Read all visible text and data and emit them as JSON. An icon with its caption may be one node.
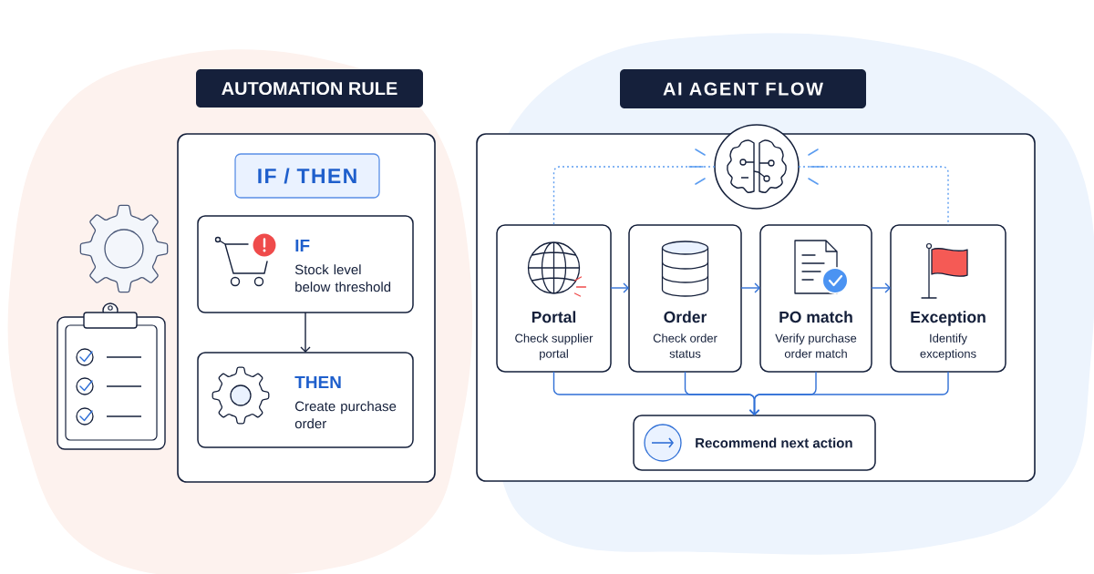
{
  "diagram": {
    "nodes": [
      {
        "text": [
          "AUTOMATION RULE"
        ]
      },
      {
        "text": [
          "IF / THEN"
        ],
        "in": 0
      },
      {
        "text": [
          "IF",
          "Stock level below threshold"
        ],
        "in": 0
      },
      {
        "text": [
          "THEN",
          "Create purchase order"
        ],
        "in": 0
      },
      {
        "text": [
          "AI AGENT FLOW"
        ]
      },
      {
        "text": [],
        "shape": "circle"
      },
      {
        "text": [
          "Portal",
          "Check supplier portal"
        ],
        "in": 4
      },
      {
        "text": [
          "Order",
          "Check order status"
        ],
        "in": 4
      },
      {
        "text": [
          "PO match",
          "Verify purchase order match"
        ],
        "in": 4
      },
      {
        "text": [
          "Exception",
          "Identify exceptions"
        ],
        "in": 4
      },
      {
        "text": [
          "Recommend next action"
        ],
        "in": 4
      }
    ],
    "edges": [
      {
        "from": 2,
        "to": 3,
        "arrow": "to",
        "color": "#15203b"
      },
      {
        "from": 5,
        "to": 6,
        "arrow": "none",
        "style": "dashed",
        "color": "#5b9cf0"
      },
      {
        "from": 5,
        "to": 9,
        "arrow": "none",
        "style": "dashed",
        "color": "#5b9cf0"
      },
      {
        "from": 6,
        "to": 7,
        "arrow": "to"
      },
      {
        "from": 7,
        "to": 8,
        "arrow": "to"
      },
      {
        "from": 8,
        "to": 9,
        "arrow": "to"
      },
      {
        "from": 6,
        "to": 10,
        "arrow": "to"
      },
      {
        "from": 7,
        "to": 10,
        "arrow": "to"
      },
      {
        "from": 8,
        "to": 10,
        "arrow": "to"
      },
      {
        "from": 9,
        "to": 10,
        "arrow": "to"
      }
    ]
  }
}
